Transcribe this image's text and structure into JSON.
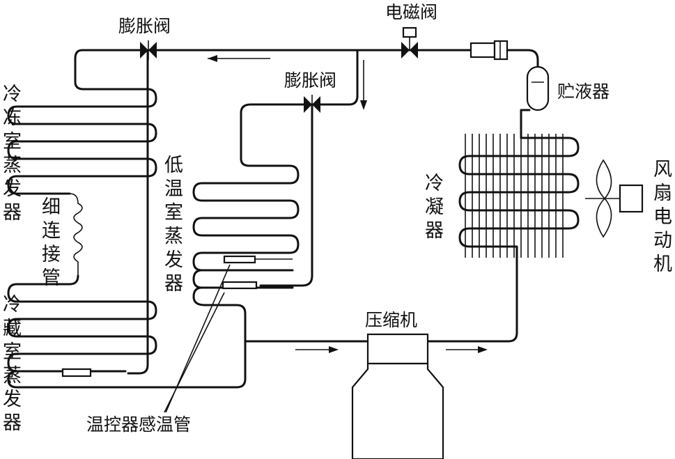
{
  "labels": {
    "expansion_valve_top": "膨胀阀",
    "solenoid_valve": "电磁阀",
    "expansion_valve_mid": "膨胀阀",
    "receiver": "贮液器",
    "freezer_evaporator": [
      "冷",
      "冻",
      "室",
      "蒸",
      "发",
      "器"
    ],
    "thin_connecting_tube": [
      "细",
      "连",
      "接",
      "管"
    ],
    "fridge_evaporator": [
      "冷",
      "藏",
      "室",
      "蒸",
      "发",
      "器"
    ],
    "low_temp_evaporator": [
      "低",
      "温",
      "室",
      "蒸",
      "发",
      "器"
    ],
    "condenser": [
      "冷",
      "凝",
      "器"
    ],
    "fan_motor": [
      "风",
      "扇",
      "电",
      "动",
      "机"
    ],
    "compressor": "压缩机",
    "thermostat_sensor": "温控器感温管"
  }
}
